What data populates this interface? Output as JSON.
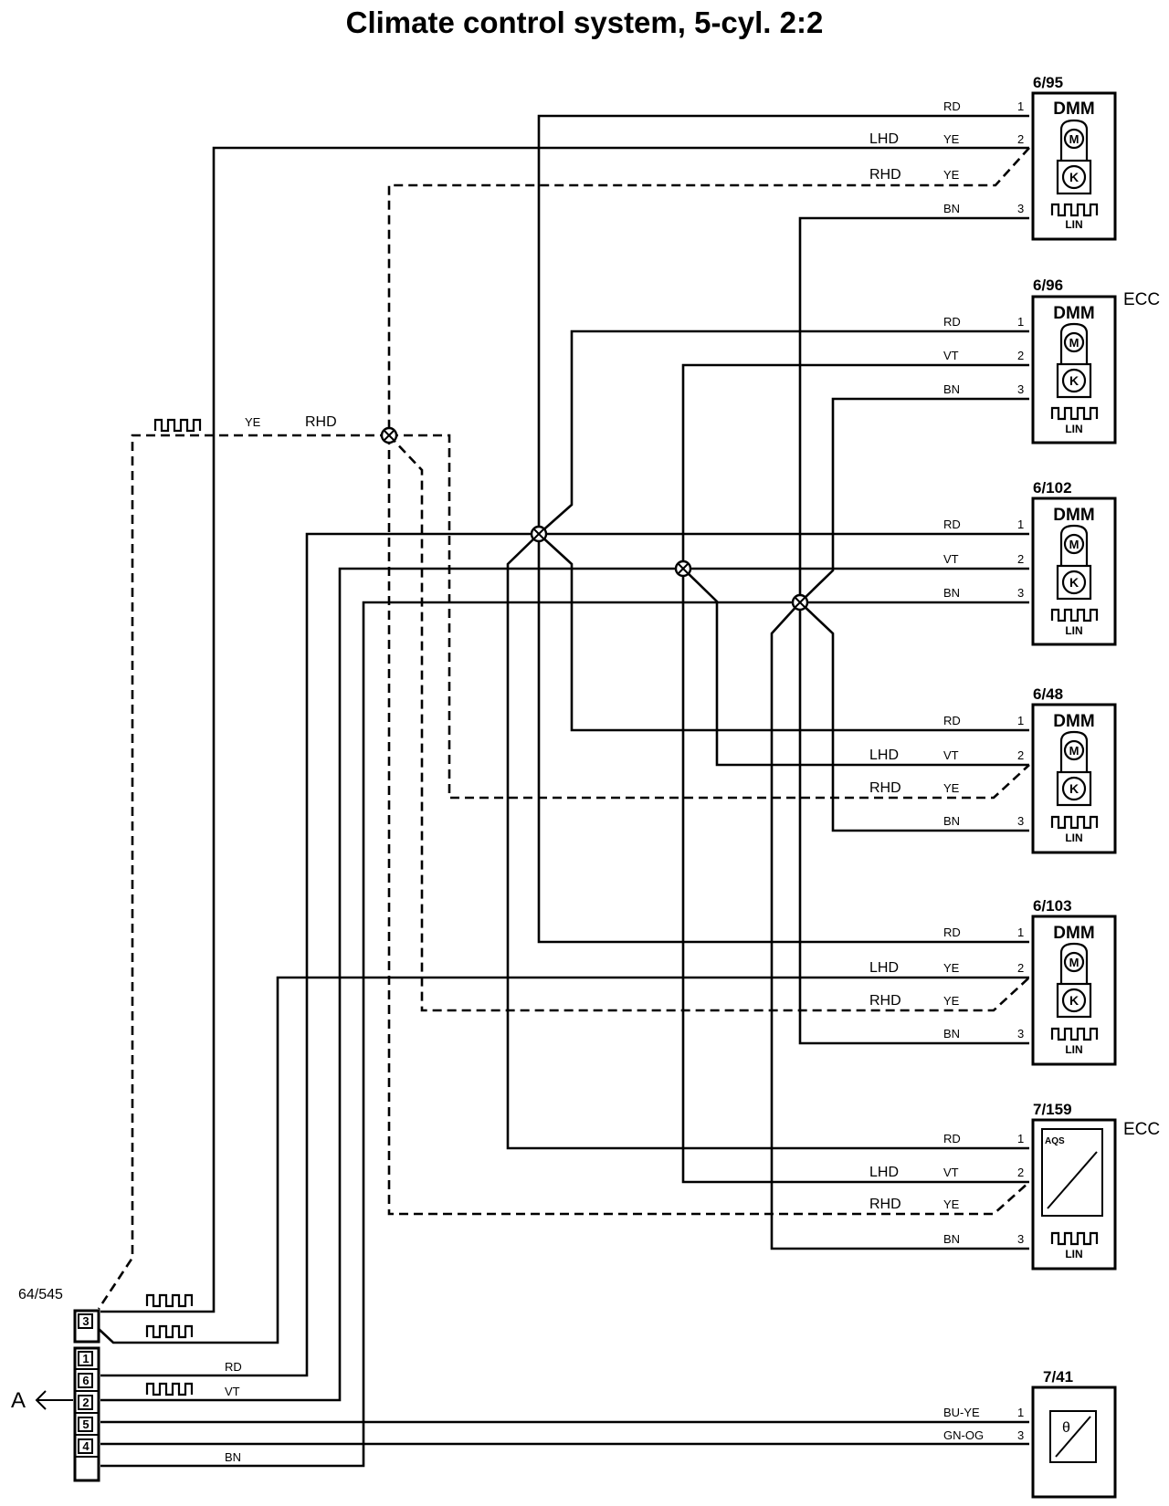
{
  "title": "Climate control system, 5-cyl. 2:2",
  "components": {
    "c695": {
      "id": "6/95",
      "type": "DMM",
      "bus": "LIN"
    },
    "c696": {
      "id": "6/96",
      "type": "DMM",
      "bus": "LIN",
      "tag": "ECC"
    },
    "c6102": {
      "id": "6/102",
      "type": "DMM",
      "bus": "LIN"
    },
    "c648": {
      "id": "6/48",
      "type": "DMM",
      "bus": "LIN"
    },
    "c6103": {
      "id": "6/103",
      "type": "DMM",
      "bus": "LIN"
    },
    "c7159": {
      "id": "7/159",
      "type": "AQS",
      "bus": "LIN",
      "tag": "ECC"
    },
    "c741": {
      "id": "7/41",
      "symbol": "θ"
    }
  },
  "connector": {
    "id": "64/545",
    "pins": [
      "3",
      "1",
      "6",
      "2",
      "5",
      "4"
    ],
    "arrow_label": "A"
  },
  "wire_labels": {
    "rd": "RD",
    "ye": "YE",
    "vt": "VT",
    "bn": "BN",
    "lhd": "LHD",
    "rhd": "RHD",
    "buye": "BU-YE",
    "gnog": "GN-OG"
  },
  "pin_numbers": {
    "p1": "1",
    "p2": "2",
    "p3": "3"
  },
  "symbols": {
    "motor": "M",
    "k": "K",
    "pulse": "lin-pulse-icon"
  }
}
